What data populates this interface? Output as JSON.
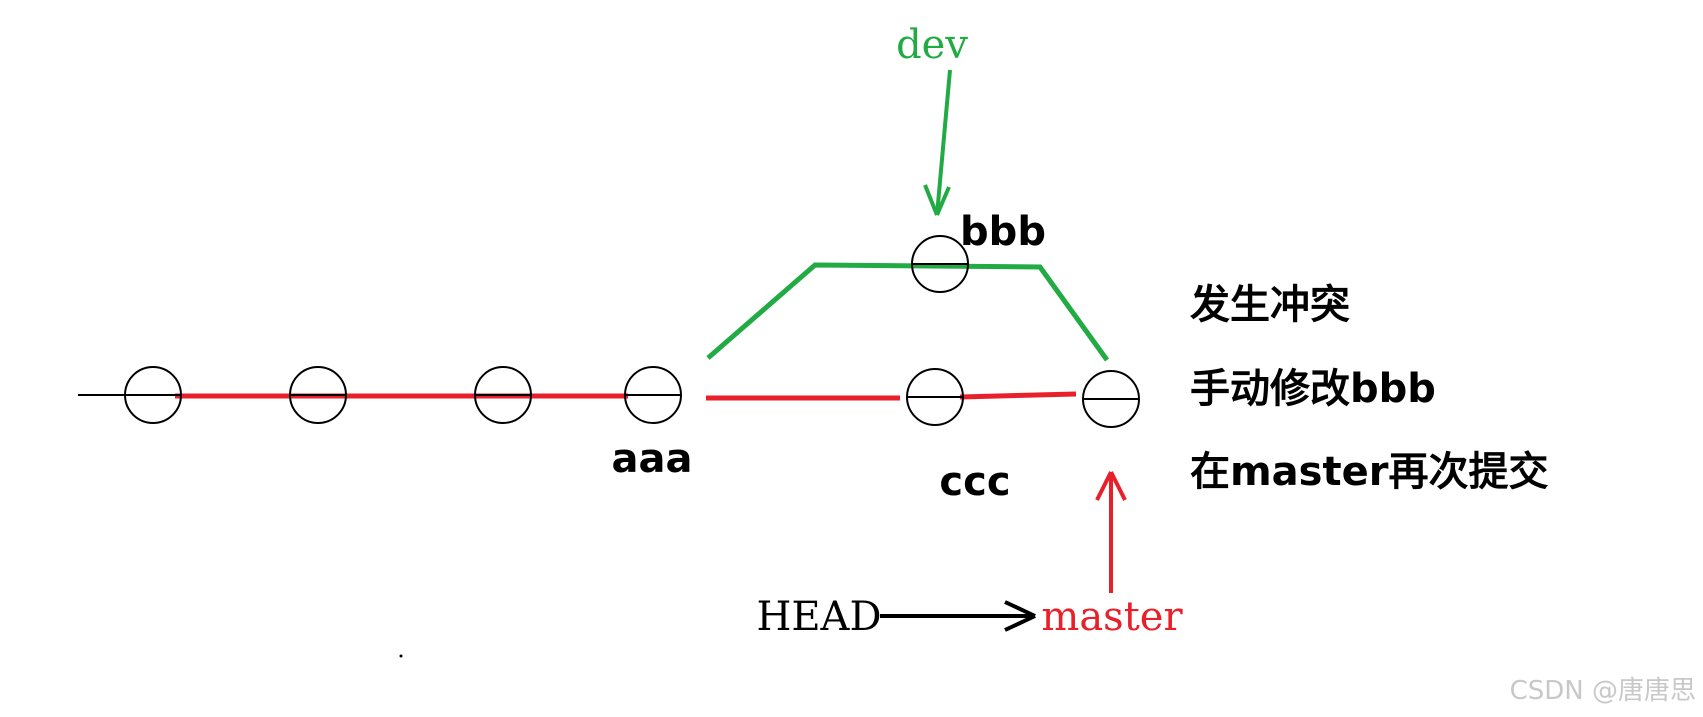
{
  "colors": {
    "master": "#e8202a",
    "dev": "#22aa44",
    "ink": "#000000",
    "watermark": "#c8c8c8"
  },
  "commits": {
    "aaa": "aaa",
    "bbb": "bbb",
    "ccc": "ccc"
  },
  "branches": {
    "dev": "dev",
    "master": "master",
    "head": "HEAD"
  },
  "notes": [
    "发生冲突",
    "手动修改bbb",
    "在master再次提交"
  ],
  "watermark": "CSDN @唐唐思"
}
